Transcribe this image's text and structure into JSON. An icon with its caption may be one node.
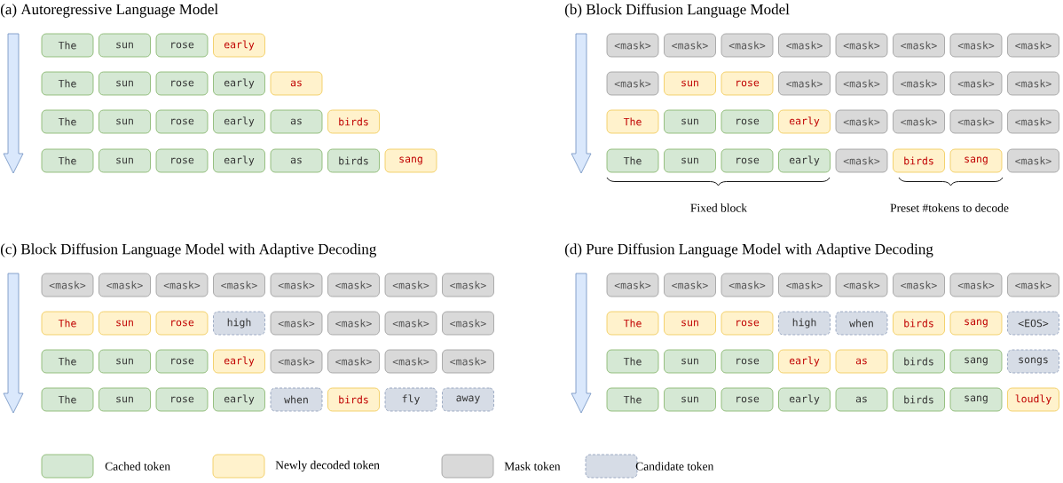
{
  "diagram": {
    "nodes": [
      {
        "text": [
          "The"
        ]
      },
      {
        "text": [
          "sun"
        ]
      },
      {
        "text": [
          "rose"
        ]
      },
      {
        "text": [
          "early"
        ]
      },
      {
        "text": [
          "The"
        ]
      },
      {
        "text": [
          "sun"
        ]
      },
      {
        "text": [
          "rose"
        ]
      },
      {
        "text": [
          "early"
        ]
      },
      {
        "text": [
          "as"
        ]
      },
      {
        "text": [
          "The"
        ]
      },
      {
        "text": [
          "sun"
        ]
      },
      {
        "text": [
          "rose"
        ]
      },
      {
        "text": [
          "early"
        ]
      },
      {
        "text": [
          "as"
        ]
      },
      {
        "text": [
          "birds"
        ]
      },
      {
        "text": [
          "The"
        ]
      },
      {
        "text": [
          "sun"
        ]
      },
      {
        "text": [
          "rose"
        ]
      },
      {
        "text": [
          "early"
        ]
      },
      {
        "text": [
          "as"
        ]
      },
      {
        "text": [
          "birds"
        ]
      },
      {
        "text": [
          "sang"
        ]
      },
      {
        "text": [
          "<mask>"
        ]
      },
      {
        "text": [
          "<mask>"
        ]
      },
      {
        "text": [
          "<mask>"
        ]
      },
      {
        "text": [
          "<mask>"
        ]
      },
      {
        "text": [
          "<mask>"
        ]
      },
      {
        "text": [
          "<mask>"
        ]
      },
      {
        "text": [
          "<mask>"
        ]
      },
      {
        "text": [
          "<mask>"
        ]
      },
      {
        "text": [
          "<mask>"
        ]
      },
      {
        "text": [
          "sun"
        ]
      },
      {
        "text": [
          "rose"
        ]
      },
      {
        "text": [
          "<mask>"
        ]
      },
      {
        "text": [
          "<mask>"
        ]
      },
      {
        "text": [
          "<mask>"
        ]
      },
      {
        "text": [
          "<mask>"
        ]
      },
      {
        "text": [
          "<mask>"
        ]
      },
      {
        "text": [
          "The"
        ]
      },
      {
        "text": [
          "sun"
        ]
      },
      {
        "text": [
          "rose"
        ]
      },
      {
        "text": [
          "early"
        ]
      },
      {
        "text": [
          "<mask>"
        ]
      },
      {
        "text": [
          "<mask>"
        ]
      },
      {
        "text": [
          "<mask>"
        ]
      },
      {
        "text": [
          "<mask>"
        ]
      },
      {
        "text": [
          "The"
        ]
      },
      {
        "text": [
          "sun"
        ]
      },
      {
        "text": [
          "rose"
        ]
      },
      {
        "text": [
          "early"
        ]
      },
      {
        "text": [
          "<mask>"
        ]
      },
      {
        "text": [
          "birds"
        ]
      },
      {
        "text": [
          "sang"
        ]
      },
      {
        "text": [
          "<mask>"
        ]
      },
      {
        "text": [
          "<mask>"
        ]
      },
      {
        "text": [
          "<mask>"
        ]
      },
      {
        "text": [
          "<mask>"
        ]
      },
      {
        "text": [
          "<mask>"
        ]
      },
      {
        "text": [
          "<mask>"
        ]
      },
      {
        "text": [
          "<mask>"
        ]
      },
      {
        "text": [
          "<mask>"
        ]
      },
      {
        "text": [
          "<mask>"
        ]
      },
      {
        "text": [
          "The"
        ]
      },
      {
        "text": [
          "sun"
        ]
      },
      {
        "text": [
          "rose"
        ]
      },
      {
        "text": [
          "high"
        ]
      },
      {
        "text": [
          "<mask>"
        ]
      },
      {
        "text": [
          "<mask>"
        ]
      },
      {
        "text": [
          "<mask>"
        ]
      },
      {
        "text": [
          "<mask>"
        ]
      },
      {
        "text": [
          "The"
        ]
      },
      {
        "text": [
          "sun"
        ]
      },
      {
        "text": [
          "rose"
        ]
      },
      {
        "text": [
          "early"
        ]
      },
      {
        "text": [
          "<mask>"
        ]
      },
      {
        "text": [
          "<mask>"
        ]
      },
      {
        "text": [
          "<mask>"
        ]
      },
      {
        "text": [
          "<mask>"
        ]
      },
      {
        "text": [
          "The"
        ]
      },
      {
        "text": [
          "sun"
        ]
      },
      {
        "text": [
          "rose"
        ]
      },
      {
        "text": [
          "early"
        ]
      },
      {
        "text": [
          "when"
        ]
      },
      {
        "text": [
          "birds"
        ]
      },
      {
        "text": [
          "fly"
        ]
      },
      {
        "text": [
          "away"
        ]
      },
      {
        "text": [
          "<mask>"
        ]
      },
      {
        "text": [
          "<mask>"
        ]
      },
      {
        "text": [
          "<mask>"
        ]
      },
      {
        "text": [
          "<mask>"
        ]
      },
      {
        "text": [
          "<mask>"
        ]
      },
      {
        "text": [
          "<mask>"
        ]
      },
      {
        "text": [
          "<mask>"
        ]
      },
      {
        "text": [
          "<mask>"
        ]
      },
      {
        "text": [
          "The"
        ]
      },
      {
        "text": [
          "sun"
        ]
      },
      {
        "text": [
          "rose"
        ]
      },
      {
        "text": [
          "high"
        ]
      },
      {
        "text": [
          "when"
        ]
      },
      {
        "text": [
          "birds"
        ]
      },
      {
        "text": [
          "sang"
        ]
      },
      {
        "text": [
          "<EOS>"
        ]
      },
      {
        "text": [
          "The"
        ]
      },
      {
        "text": [
          "sun"
        ]
      },
      {
        "text": [
          "rose"
        ]
      },
      {
        "text": [
          "early"
        ]
      },
      {
        "text": [
          "as"
        ]
      },
      {
        "text": [
          "birds"
        ]
      },
      {
        "text": [
          "sang"
        ]
      },
      {
        "text": [
          "songs"
        ]
      },
      {
        "text": [
          "The"
        ]
      },
      {
        "text": [
          "sun"
        ]
      },
      {
        "text": [
          "rose"
        ]
      },
      {
        "text": [
          "early"
        ]
      },
      {
        "text": [
          "as"
        ]
      },
      {
        "text": [
          "birds"
        ]
      },
      {
        "text": [
          "sang"
        ]
      },
      {
        "text": [
          "loudly"
        ]
      }
    ],
    "labels": [
      "(a) Autoregressive Language Model",
      "(b) Block Diffusion Language Model",
      "Fixed block",
      "Preset #tokens to decode",
      "(c) Block Diffusion Language Model with Adaptive Decoding",
      "(d) Pure Diffusion Language Model with Adaptive Decoding"
    ],
    "legend": [
      {
        "text": "Cached token",
        "color": "#d5e8d4"
      },
      {
        "text": "Newly decoded token",
        "color": "#fff2cc"
      },
      {
        "text": "Mask token",
        "color": "#d9d9d9"
      },
      {
        "text": "Candidate token",
        "color": "#d6dce6"
      }
    ]
  }
}
